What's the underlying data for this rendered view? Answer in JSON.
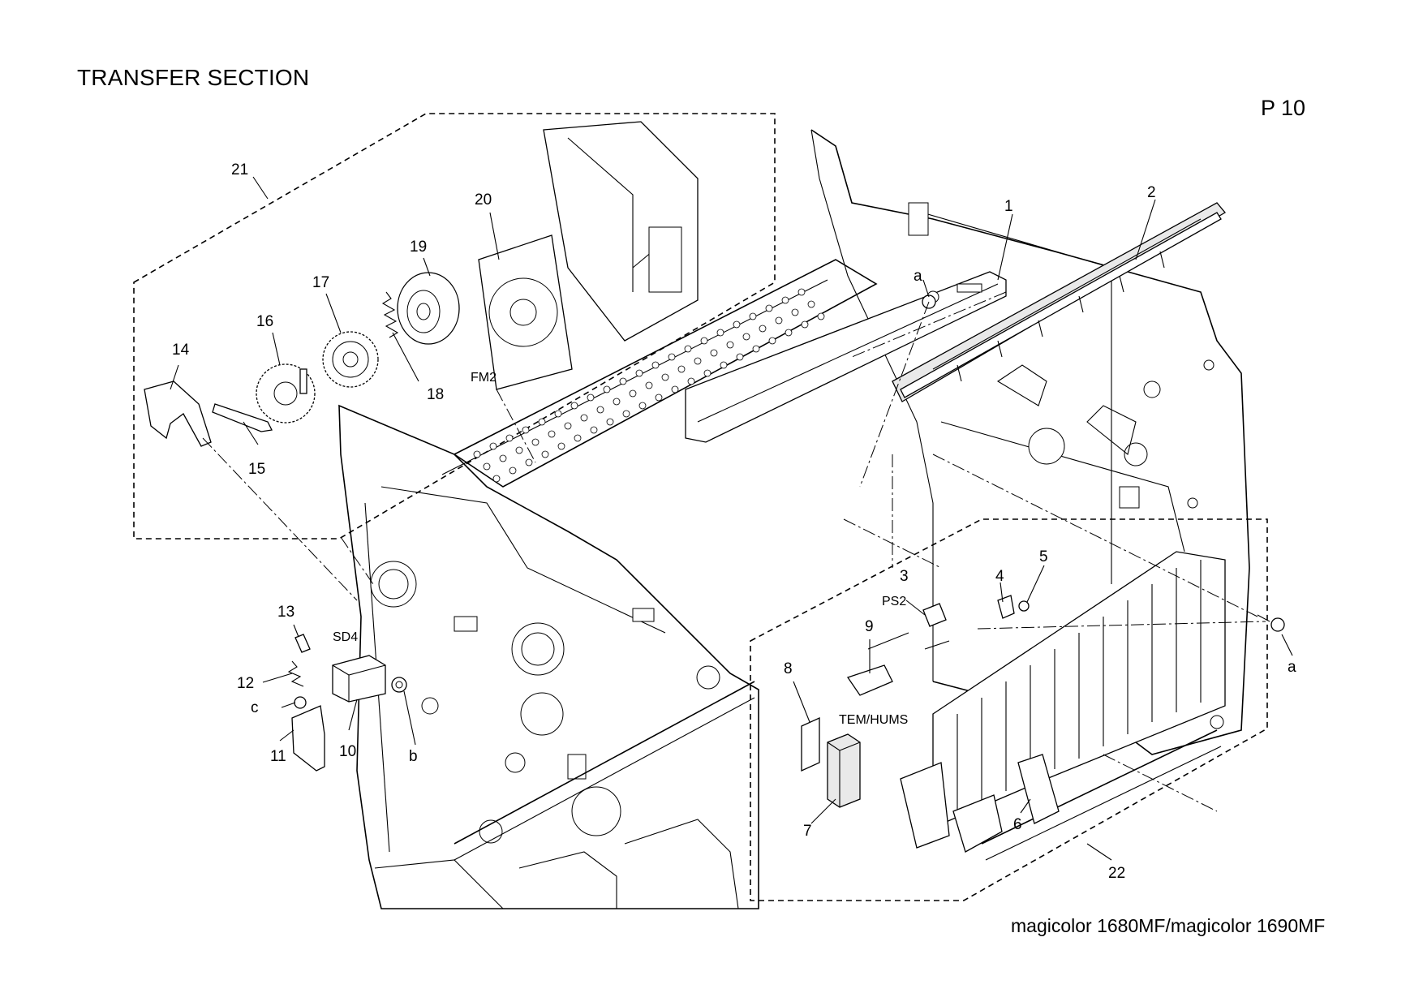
{
  "header": {
    "title": "TRANSFER SECTION",
    "page": "P 10"
  },
  "footer": {
    "model": "magicolor 1680MF/magicolor 1690MF"
  },
  "callouts": {
    "c1": "1",
    "c2": "2",
    "c3": "3",
    "c4": "4",
    "c5": "5",
    "c6": "6",
    "c7": "7",
    "c8": "8",
    "c9": "9",
    "c10": "10",
    "c11": "11",
    "c12": "12",
    "c13": "13",
    "c14": "14",
    "c15": "15",
    "c16": "16",
    "c17": "17",
    "c18": "18",
    "c19": "19",
    "c20": "20",
    "c21": "21",
    "c22": "22"
  },
  "reference_letters": {
    "a_upper": "a",
    "a_right": "a",
    "b": "b",
    "c": "c"
  },
  "component_codes": {
    "fm2": "FM2",
    "ps2": "PS2",
    "sd4": "SD4",
    "tem_hums": "TEM/HUMS"
  }
}
